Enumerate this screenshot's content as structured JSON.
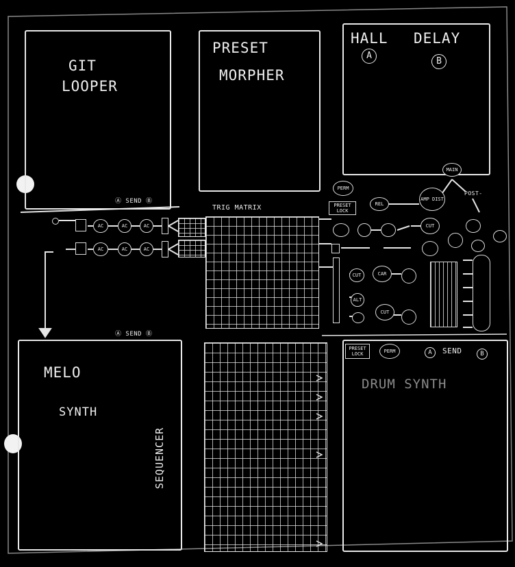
{
  "modules": {
    "git_looper": {
      "line1": "GIT",
      "line2": "LOOPER",
      "send": "Ⓐ SEND Ⓑ"
    },
    "preset_morpher": {
      "line1": "PRESET",
      "line2": "MORPHER"
    },
    "fx": {
      "hall": "HALL",
      "delay": "DELAY",
      "hall_letter": "A",
      "delay_letter": "B"
    },
    "melo_synth": {
      "line1": "MELO",
      "line2": "SYNTH",
      "send": "Ⓐ SEND Ⓑ"
    },
    "drum_synth": {
      "title": "DRUM SYNTH",
      "preset_lock": "PRESET LOCK",
      "mode": "PERM",
      "send_a": "A",
      "send_label": "SEND",
      "send_b": "B"
    },
    "trig_matrix": {
      "label": "TRIG MATRIX"
    },
    "sequencer": {
      "label": "SEQUENCER"
    }
  },
  "controls": {
    "row1": [
      "AC",
      "AC",
      "AC"
    ],
    "row2": [
      "AC",
      "AC",
      "AC"
    ],
    "amp_dist": "AMP DIST",
    "cut": "CUT",
    "rel": "REL",
    "preset_lock_upper": "PRESET LOCK",
    "post_label": "POST-",
    "mode_knob": "PERM",
    "mix_knob": "MAIN",
    "fm_labels": [
      "CUT",
      "CAR",
      "CUT",
      "ALT"
    ]
  },
  "colors": {
    "background": "#000000",
    "ink": "#ececec"
  }
}
